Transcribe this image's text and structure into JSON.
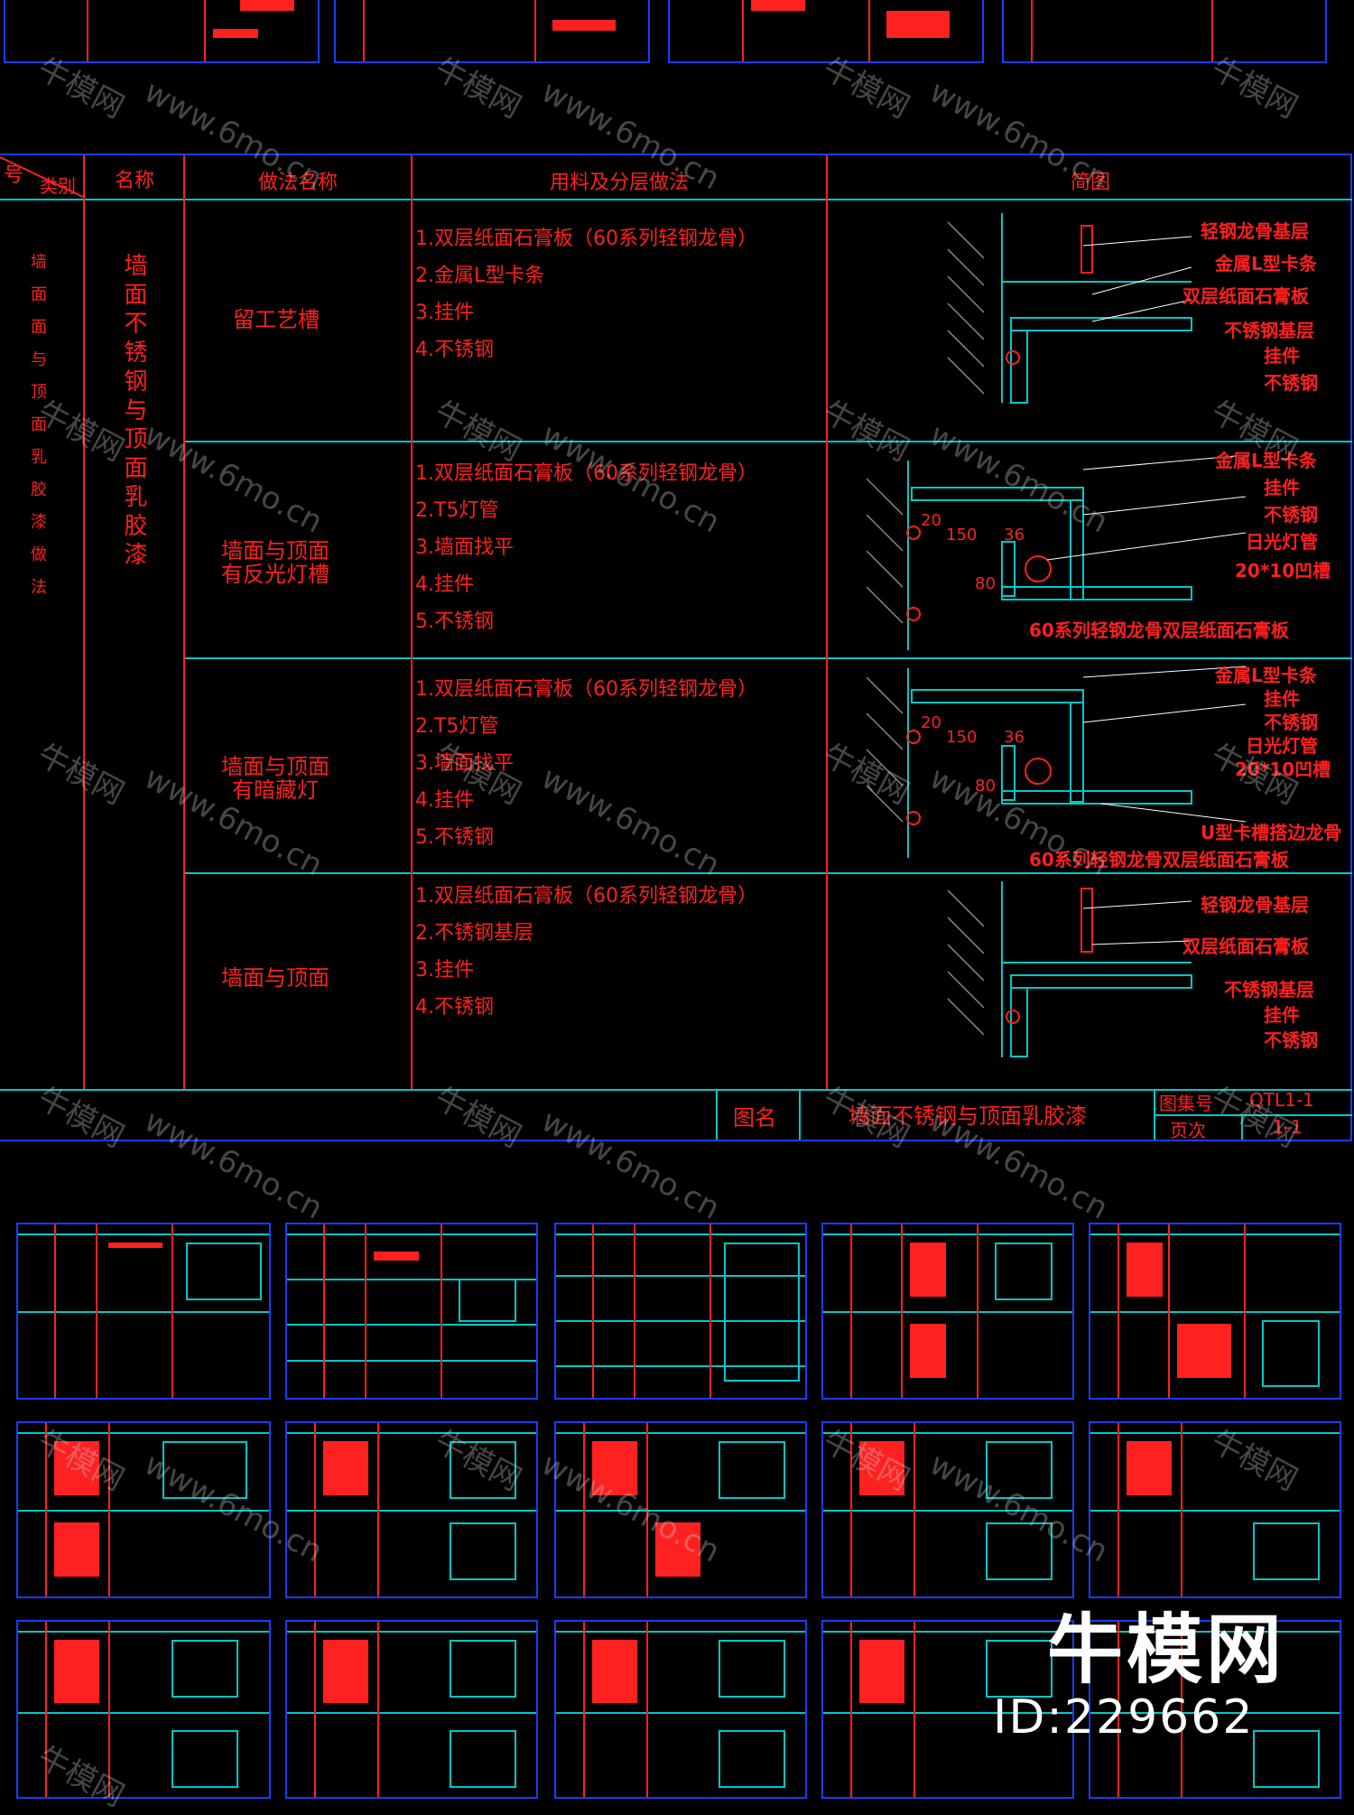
{
  "table": {
    "headers": {
      "number": "号",
      "category": "类别",
      "name": "名称",
      "method_name": "做法名称",
      "materials": "用料及分层做法",
      "diagram": "简图"
    },
    "category_vertical": "墙面面与顶面乳胶漆做法",
    "name_vertical": "墙面不锈钢与顶面乳胶漆",
    "rows": [
      {
        "method": "留工艺槽",
        "items": [
          "1.双层纸面石膏板（60系列轻钢龙骨）",
          "2.金属L型卡条",
          "3.挂件",
          "4.不锈钢"
        ],
        "callouts": [
          "轻钢龙骨基层",
          "金属L型卡条",
          "双层纸面石膏板",
          "不锈钢基层",
          "挂件",
          "不锈钢"
        ]
      },
      {
        "method": "墙面与顶面\n有反光灯槽",
        "items": [
          "1.双层纸面石膏板（60系列轻钢龙骨）",
          "2.T5灯管",
          "3.墙面找平",
          "4.挂件",
          "5.不锈钢"
        ],
        "callouts": [
          "金属L型卡条",
          "挂件",
          "不锈钢",
          "日光灯管",
          "20*10凹槽",
          "60系列轻钢龙骨双层纸面石膏板"
        ],
        "dims": [
          "20",
          "150",
          "36",
          "80"
        ]
      },
      {
        "method": "墙面与顶面\n有暗藏灯",
        "items": [
          "1.双层纸面石膏板（60系列轻钢龙骨）",
          "2.T5灯管",
          "3.墙面找平",
          "4.挂件",
          "5.不锈钢"
        ],
        "callouts": [
          "金属L型卡条",
          "挂件",
          "不锈钢",
          "日光灯管",
          "20*10凹槽",
          "U型卡槽搭边龙骨",
          "60系列轻钢龙骨双层纸面石膏板"
        ],
        "dims": [
          "20",
          "150",
          "36",
          "80"
        ]
      },
      {
        "method": "墙面与顶面",
        "items": [
          "1.双层纸面石膏板（60系列轻钢龙骨）",
          "2.不锈钢基层",
          "3.挂件",
          "4.不锈钢"
        ],
        "callouts": [
          "轻钢龙骨基层",
          "双层纸面石膏板",
          "不锈钢基层",
          "挂件",
          "不锈钢"
        ]
      }
    ],
    "footer": {
      "figure_name_label": "图名",
      "figure_name": "墙面不锈钢与顶面乳胶漆",
      "atlas_no_label": "图集号",
      "atlas_no": "QTL1-1",
      "page_label": "页次",
      "page": "1-1"
    }
  },
  "watermark": {
    "brand": "牛模网",
    "url": "www.6mo.cn",
    "logo": "牛模网",
    "id": "ID:229662"
  },
  "colors": {
    "line_red": "#ff2020",
    "line_cyan": "#00c8c8",
    "frame_blue": "#1a3cff",
    "background": "#000000"
  }
}
